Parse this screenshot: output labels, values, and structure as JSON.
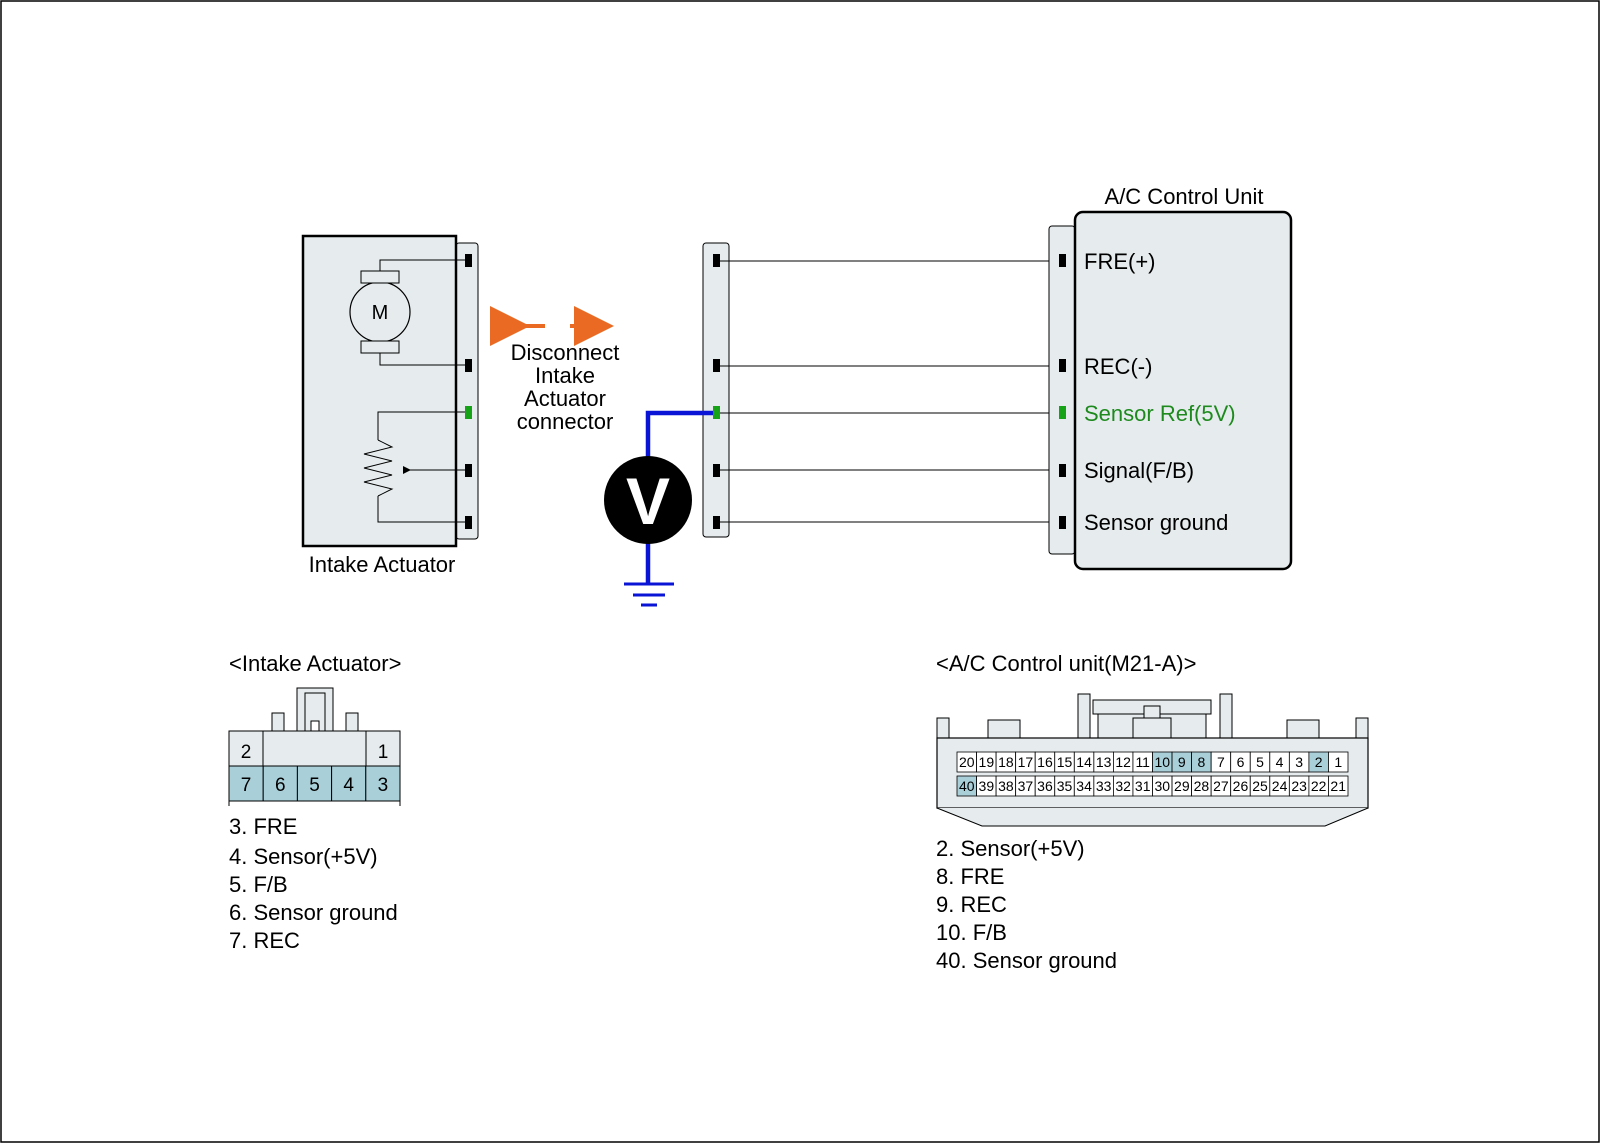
{
  "colors": {
    "box_fill": "#e6ecee",
    "highlight_pin": "#a9cfd9",
    "probe_wire": "#0a14d6",
    "arrow": "#ea6a24",
    "green_text": "#1e8a1e",
    "green_pin": "#17a317"
  },
  "actuator": {
    "label": "Intake Actuator",
    "motor_label": "M"
  },
  "disconnect_note": {
    "lines": [
      "Disconnect",
      "Intake",
      "Actuator",
      "connector"
    ]
  },
  "voltmeter": {
    "symbol": "V"
  },
  "control_unit": {
    "title": "A/C Control Unit",
    "terminals": [
      {
        "label": "FRE(+)",
        "highlight": false
      },
      {
        "label": "REC(-)",
        "highlight": false
      },
      {
        "label": "Sensor Ref(5V)",
        "highlight": true
      },
      {
        "label": "Signal(F/B)",
        "highlight": false
      },
      {
        "label": "Sensor ground",
        "highlight": false
      }
    ]
  },
  "actuator_connector": {
    "title": "<Intake Actuator>",
    "top_pins": [
      "2",
      "1"
    ],
    "bottom_pins": [
      "7",
      "6",
      "5",
      "4",
      "3"
    ],
    "highlighted": [
      "7",
      "6",
      "5",
      "4",
      "3"
    ],
    "pin_list": [
      {
        "text": "3. FRE",
        "highlight": false
      },
      {
        "text": "4. Sensor(+5V)",
        "highlight": true
      },
      {
        "text": "5. F/B",
        "highlight": false
      },
      {
        "text": "6. Sensor ground",
        "highlight": false
      },
      {
        "text": "7. REC",
        "highlight": false
      }
    ]
  },
  "control_connector": {
    "title": "<A/C Control unit(M21-A)>",
    "row1": [
      "20",
      "19",
      "18",
      "17",
      "16",
      "15",
      "14",
      "13",
      "12",
      "11",
      "10",
      "9",
      "8",
      "7",
      "6",
      "5",
      "4",
      "3",
      "2",
      "1"
    ],
    "row2": [
      "40",
      "39",
      "38",
      "37",
      "36",
      "35",
      "34",
      "33",
      "32",
      "31",
      "30",
      "29",
      "28",
      "27",
      "26",
      "25",
      "24",
      "23",
      "22",
      "21"
    ],
    "highlighted": [
      "10",
      "9",
      "8",
      "2",
      "40"
    ],
    "pin_list": [
      {
        "text": "2. Sensor(+5V)",
        "highlight": true
      },
      {
        "text": "8. FRE",
        "highlight": false
      },
      {
        "text": "9. REC",
        "highlight": false
      },
      {
        "text": "10. F/B",
        "highlight": false
      },
      {
        "text": "40. Sensor ground",
        "highlight": false
      }
    ]
  }
}
